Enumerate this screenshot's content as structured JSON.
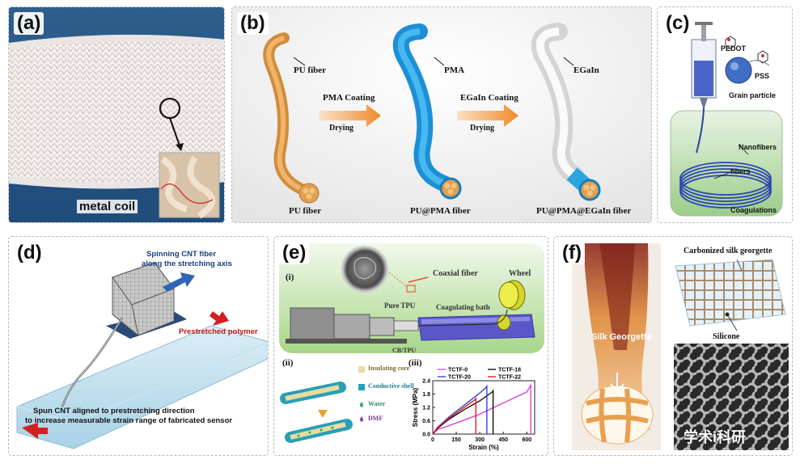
{
  "panels": {
    "a": {
      "label": "(a)",
      "caption": "metal coil"
    },
    "b": {
      "label": "(b)",
      "pointers": [
        "PU fiber",
        "PMA",
        "EGaIn"
      ],
      "step1": "PMA Coating",
      "step1_sub": "Drying",
      "step2": "EGaIn Coating",
      "step2_sub": "Drying",
      "names": [
        "PU fiber",
        "PU@PMA fiber",
        "PU@PMA@EGaIn fiber"
      ]
    },
    "c": {
      "label": "(c)",
      "pedot": "PEDOT",
      "pss": "PSS",
      "grain": "Grain particle",
      "nanofibers": "Nanofibers",
      "fibers": "fibers",
      "coag": "Coagulations"
    },
    "d": {
      "label": "(d)",
      "spin1": "Spinning CNT fiber",
      "spin2": "along the stretching axis",
      "prestretched": "Prestretched polymer",
      "spun1": "Spun CNT aligned to prestretching direction",
      "spun2": "to increase measurable strain range of fabricated sensor"
    },
    "e": {
      "label": "(e)",
      "sub1": "(i)",
      "sub2": "(ii)",
      "sub3": "(iii)",
      "coaxial": "Coaxial fiber",
      "wheel": "Wheel",
      "puretpu": "Pure TPU",
      "bath": "Coagulating bath",
      "cbtpu": "CB/TPU",
      "legend2": [
        "Insulating core",
        "Conductive shell",
        "Water",
        "DMF"
      ]
    },
    "f": {
      "label": "(f)",
      "georgette": "Silk Georgette",
      "carbonized": "Carbonized silk georgette",
      "silicone": "Silicone",
      "watermark": "学术i科研"
    }
  },
  "chart_data": {
    "type": "line",
    "xlabel": "Strain (%)",
    "ylabel": "Stress (MPa)",
    "xlim": [
      0,
      650
    ],
    "ylim": [
      0,
      2.4
    ],
    "xticks": [
      0,
      150,
      300,
      450,
      600
    ],
    "yticks": [
      "0.0",
      "0.6",
      "1.2",
      "1.8",
      "2.4"
    ],
    "legend_position": "top",
    "series": [
      {
        "name": "TCTF-0",
        "color": "#d946d6",
        "x": [
          0,
          30,
          150,
          300,
          450,
          600,
          625,
          625
        ],
        "y": [
          0,
          0.2,
          0.5,
          0.9,
          1.4,
          1.9,
          2.2,
          0
        ]
      },
      {
        "name": "TCTF-18",
        "color": "#111111",
        "x": [
          0,
          30,
          100,
          200,
          300,
          380,
          385,
          385
        ],
        "y": [
          0,
          0.25,
          0.65,
          1.1,
          1.5,
          1.9,
          1.95,
          0
        ]
      },
      {
        "name": "TCTF-20",
        "color": "#3346d6",
        "x": [
          0,
          30,
          100,
          200,
          300,
          340,
          345,
          345
        ],
        "y": [
          0,
          0.3,
          0.75,
          1.3,
          1.85,
          2.1,
          2.15,
          0
        ]
      },
      {
        "name": "TCTF-22",
        "color": "#e02020",
        "x": [
          0,
          30,
          100,
          200,
          270,
          275,
          275
        ],
        "y": [
          0,
          0.3,
          0.7,
          1.2,
          1.55,
          1.6,
          0
        ]
      }
    ]
  }
}
